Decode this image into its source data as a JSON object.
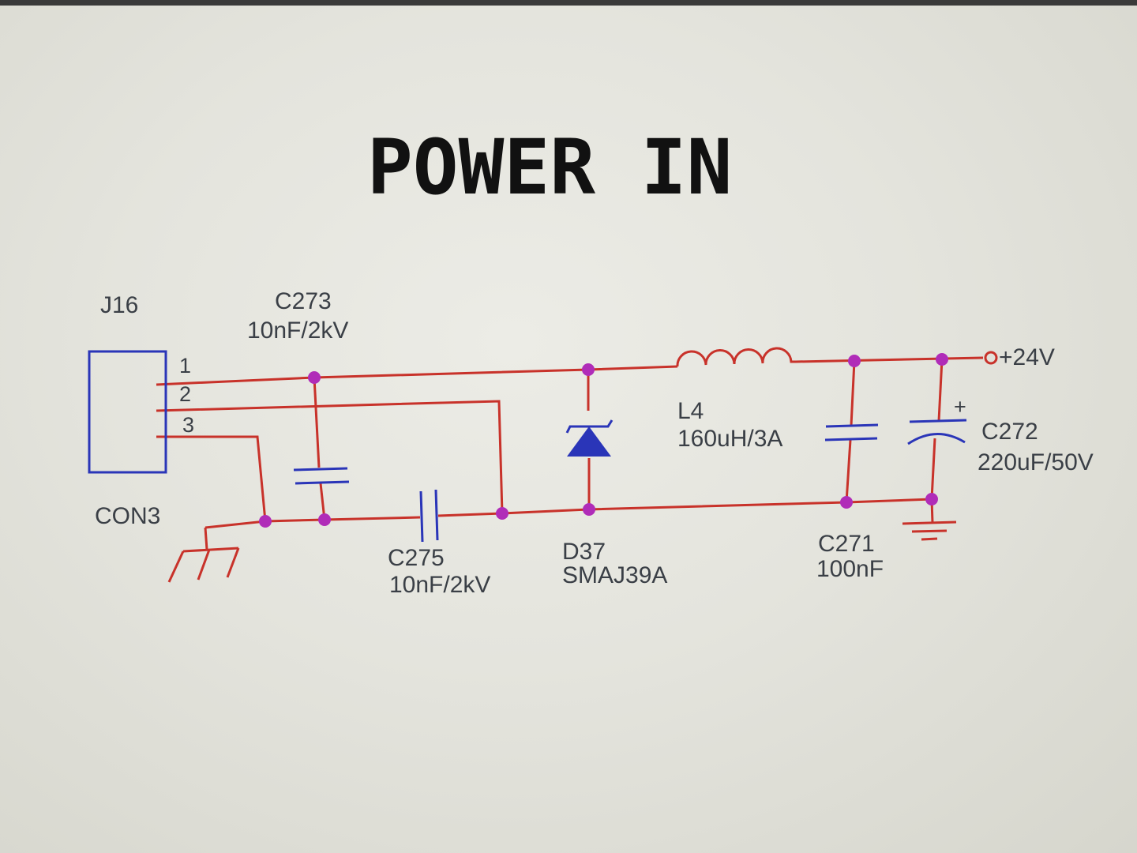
{
  "title": "POWER IN",
  "connector": {
    "ref": "J16",
    "type": "CON3",
    "pins": [
      "1",
      "2",
      "3"
    ]
  },
  "c273": {
    "ref": "C273",
    "value": "10nF/2kV"
  },
  "c275": {
    "ref": "C275",
    "value": "10nF/2kV"
  },
  "d37": {
    "ref": "D37",
    "value": "SMAJ39A"
  },
  "l4": {
    "ref": "L4",
    "value": "160uH/3A"
  },
  "c271": {
    "ref": "C271",
    "value": "100nF"
  },
  "c272": {
    "ref": "C272",
    "value": "220uF/50V",
    "polarity": "+"
  },
  "net": {
    "label": "+24V"
  },
  "colors": {
    "wire": "#c8322a",
    "component": "#2a35b8",
    "junction": "#b02cb8",
    "text": "#3a3f46"
  }
}
